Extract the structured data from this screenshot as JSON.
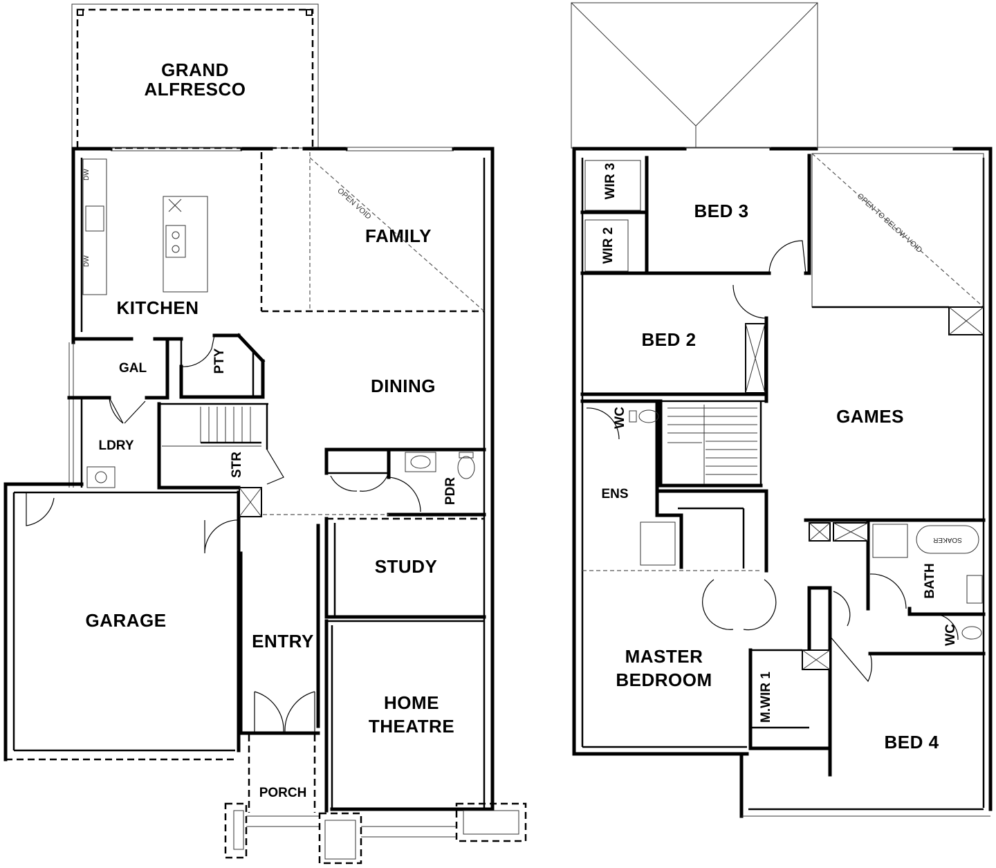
{
  "ground_floor": {
    "rooms": {
      "alfresco_line1": "GRAND",
      "alfresco_line2": "ALFRESCO",
      "kitchen": "KITCHEN",
      "family": "FAMILY",
      "dining": "DINING",
      "gal": "GAL",
      "pty": "PTY",
      "ldry": "LDRY",
      "str": "STR",
      "pdr": "PDR",
      "study": "STUDY",
      "garage": "GARAGE",
      "entry": "ENTRY",
      "theatre_line1": "HOME",
      "theatre_line2": "THEATRE",
      "porch": "PORCH"
    },
    "notes": {
      "void": "OPEN VOID"
    }
  },
  "upper_floor": {
    "rooms": {
      "wir3": "WIR 3",
      "bed3": "BED 3",
      "wir2": "WIR 2",
      "bed2": "BED 2",
      "wc1": "WC",
      "ens": "ENS",
      "games": "GAMES",
      "bath": "BATH",
      "wc2": "WC",
      "master_line1": "MASTER",
      "master_line2": "BEDROOM",
      "mwir": "M.WIR 1",
      "bed4": "BED 4"
    },
    "notes": {
      "void": "OPEN TO BELOW VOID",
      "soaker": "SOAKER"
    }
  }
}
